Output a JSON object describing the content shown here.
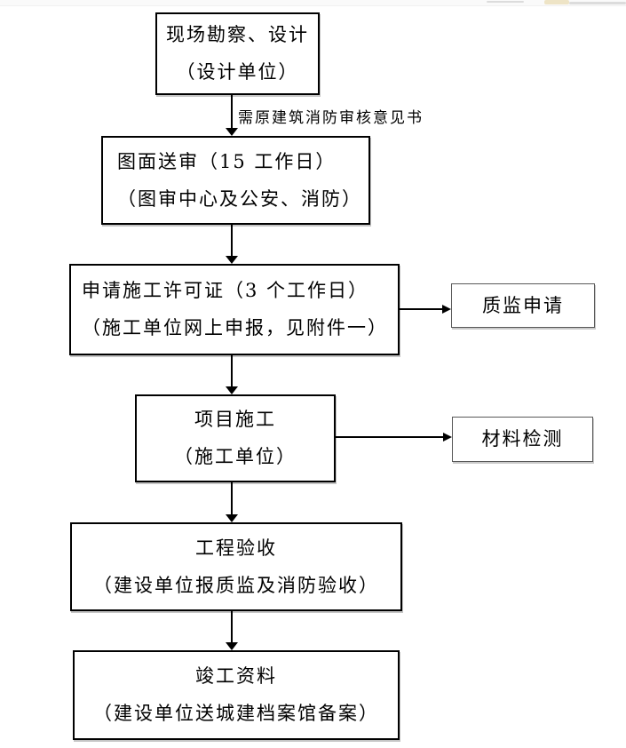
{
  "colors": {
    "background": "#ffffff",
    "box_border": "#000000",
    "side_box_border": "#595959",
    "arrow": "#000000",
    "text": "#000000",
    "topbar": "#fafafa",
    "topbar_artifact_beige": "#eee4c6",
    "topbar_artifact_gray": "#dcdcdc"
  },
  "flowchart": {
    "annotation": "需原建筑消防审核意见书",
    "nodes": [
      {
        "id": "site-survey",
        "line1": "现场勘察、设计",
        "line2": "（设计单位）"
      },
      {
        "id": "drawing-review",
        "line1": "图面送审（15 工作日）",
        "line2": "（图审中心及公安、消防）"
      },
      {
        "id": "construction-permit",
        "line1": "申请施工许可证（3 个工作日）",
        "line2": "（施工单位网上申报，见附件一）"
      },
      {
        "id": "project-construction",
        "line1": "项目施工",
        "line2": "（施工单位）"
      },
      {
        "id": "project-acceptance",
        "line1": "工程验收",
        "line2": "（建设单位报质监及消防验收）"
      },
      {
        "id": "completion-archive",
        "line1": "竣工资料",
        "line2": "（建设单位送城建档案馆备案）"
      }
    ],
    "side_nodes": [
      {
        "id": "quality-supervision",
        "label": "质监申请"
      },
      {
        "id": "material-testing",
        "label": "材料检测"
      }
    ]
  }
}
